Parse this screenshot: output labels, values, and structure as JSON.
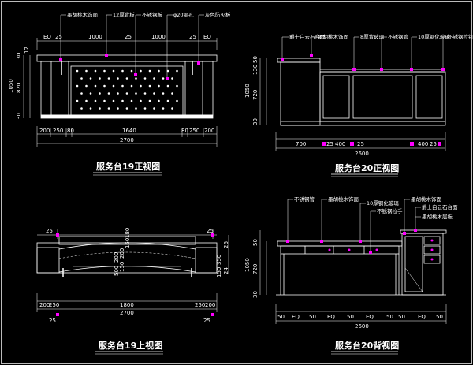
{
  "views": {
    "front19": {
      "title": "服务台19正视图",
      "annotations": [
        "墨胡桃木饰面",
        "12厚背板",
        "不锈钢板",
        "φ20钢孔",
        "灰色防火板"
      ],
      "top_dims": [
        "EQ",
        "25",
        "1000",
        "25",
        "1000",
        "25",
        "EQ"
      ],
      "left_dims": [
        "1050",
        "130",
        "820",
        "30",
        "12"
      ],
      "bottom_dims": [
        "200",
        "250",
        "80",
        "1640",
        "80",
        "250",
        "200"
      ],
      "overall": "2700"
    },
    "front20": {
      "title": "服务台20正视图",
      "annotations": [
        "爵士白云石台面",
        "墨胡桃木饰面",
        "8厚背玻璃",
        "不锈钢管",
        "10厚钢化玻璃",
        "不锈钢拉钉"
      ],
      "left_dims": [
        "1050",
        "50",
        "130",
        "720",
        "30"
      ],
      "bottom_dims": [
        "700",
        "25",
        "400",
        "25",
        "400",
        "25"
      ],
      "overall": "2600"
    },
    "top19": {
      "title": "服务台19上视图",
      "mid_dims": [
        "500",
        "200",
        "150",
        "200",
        "150",
        "180"
      ],
      "right_dims": [
        "350",
        "26",
        "150",
        "24"
      ],
      "top_dims": [
        "25",
        "25"
      ],
      "bottom_dims": [
        "200",
        "250",
        "1800",
        "250",
        "200"
      ],
      "overall": "2700",
      "bottom_small": [
        "25",
        "25"
      ]
    },
    "back20": {
      "title": "服务台20背视图",
      "annotations": [
        "不锈钢管",
        "墨胡桃木饰面",
        "10厚钢化玻璃",
        "不锈钢拉手",
        "墨胡桃木饰面",
        "爵士白云石台面",
        "墨胡桃木层板"
      ],
      "left_dims": [
        "1050",
        "720",
        "50",
        "30"
      ],
      "bottom_dims": [
        "50",
        "EQ",
        "50",
        "EQ",
        "50",
        "EQ",
        "50",
        "50",
        "EQ",
        "50"
      ],
      "overall": "2600"
    }
  },
  "colors": {
    "background": "#000000",
    "lines": "#ffffff",
    "annotation_markers": "#ff00ff"
  }
}
